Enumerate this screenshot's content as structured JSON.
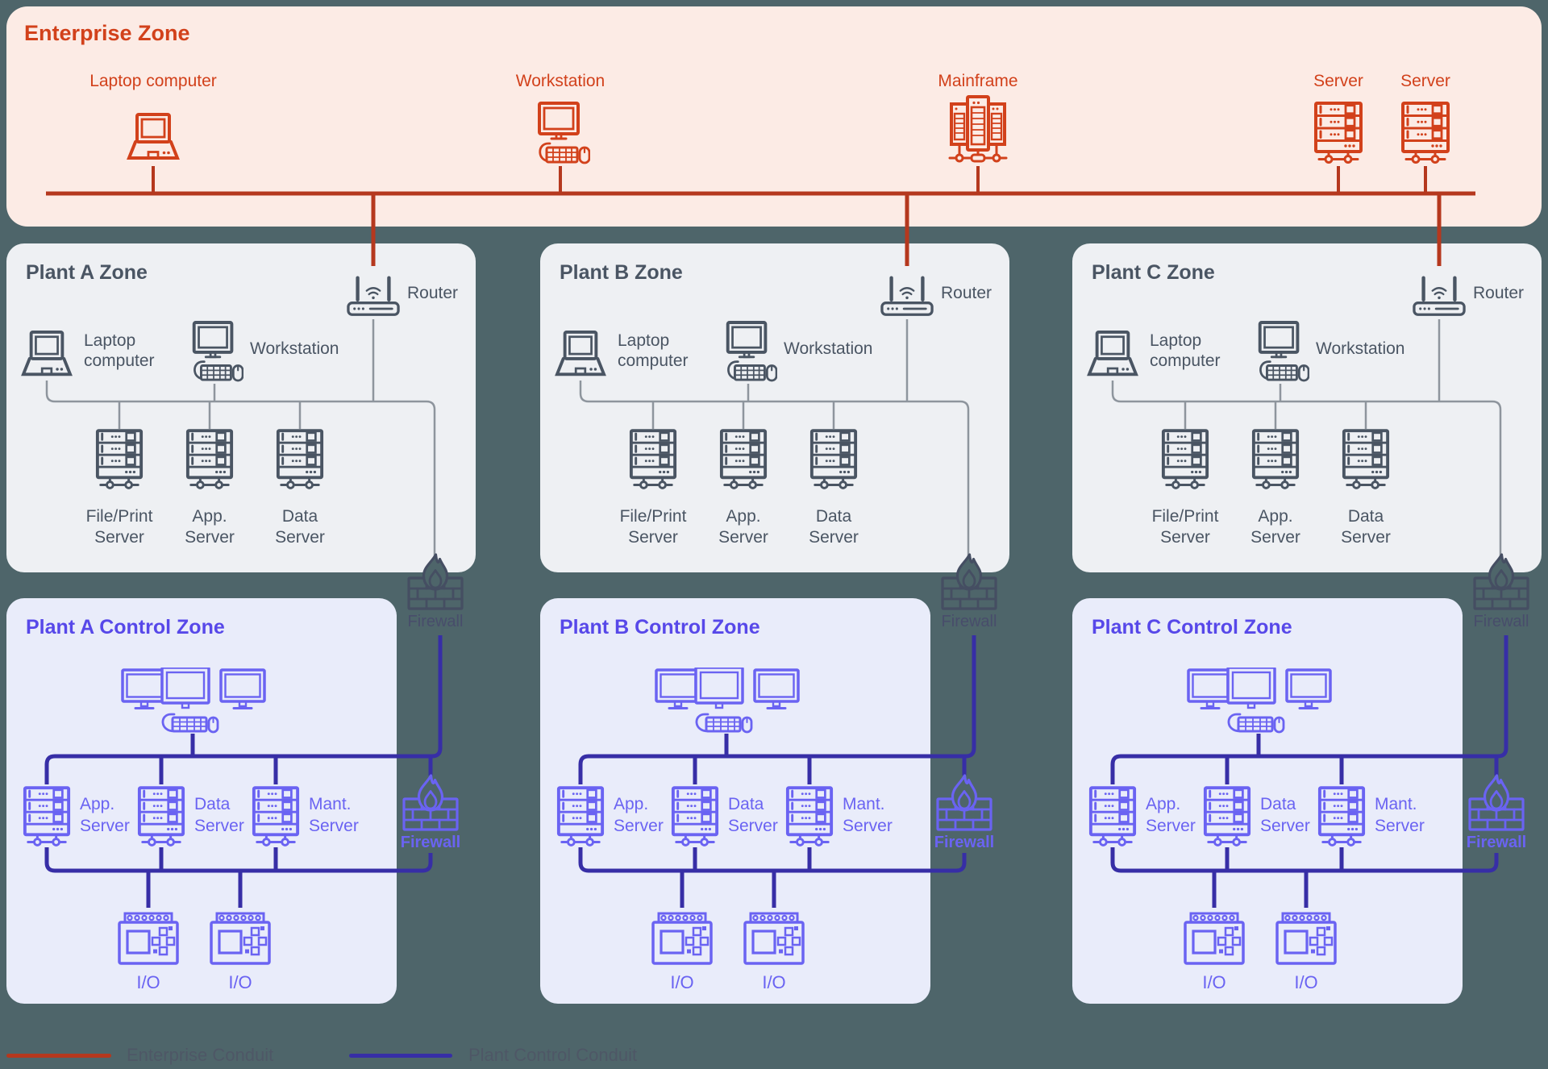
{
  "enterprise": {
    "title": "Enterprise Zone",
    "devices": [
      {
        "label": "Laptop computer",
        "icon": "laptop-icon"
      },
      {
        "label": "Workstation",
        "icon": "workstation-icon"
      },
      {
        "label": "Mainframe",
        "icon": "mainframe-icon"
      },
      {
        "label": "Server",
        "icon": "server-icon"
      },
      {
        "label": "Server",
        "icon": "server-icon"
      }
    ]
  },
  "plant_zones": {
    "titles": [
      "Plant A Zone",
      "Plant B Zone",
      "Plant C Zone"
    ],
    "router_label": "Router",
    "laptop_label_line1": "Laptop",
    "laptop_label_line2": "computer",
    "workstation_label": "Workstation",
    "server_labels": [
      {
        "line1": "File/Print",
        "line2": "Server"
      },
      {
        "line1": "App.",
        "line2": "Server"
      },
      {
        "line1": "Data",
        "line2": "Server"
      }
    ]
  },
  "firewalls": {
    "label": "Firewall"
  },
  "control_zones": {
    "titles": [
      "Plant A Control Zone",
      "Plant B Control Zone",
      "Plant C Control Zone"
    ],
    "server_labels": [
      {
        "line1": "App.",
        "line2": "Server"
      },
      {
        "line1": "Data",
        "line2": "Server"
      },
      {
        "line1": "Mant.",
        "line2": "Server"
      }
    ],
    "io_label": "I/O"
  },
  "legend": {
    "items": [
      {
        "label": "Enterprise Conduit",
        "color": "#b5381e"
      },
      {
        "label": "Plant Control Conduit",
        "color": "#372ea6"
      }
    ]
  },
  "colors": {
    "background": "#4e656a",
    "enterprise_bg": "#fcebe5",
    "enterprise_accent": "#d2411b",
    "enterprise_conduit": "#b5381e",
    "plant_bg": "#eef0f3",
    "plant_accent": "#4a5563",
    "plant_link": "#8e959d",
    "control_bg": "#e9ecfa",
    "control_title": "#5748e9",
    "control_accent": "#6a63f2",
    "control_conduit": "#372ea6",
    "firewall_dark": "#454e62",
    "firewall_dark_label": "#484d6b",
    "legend_text": "#4f5566"
  }
}
